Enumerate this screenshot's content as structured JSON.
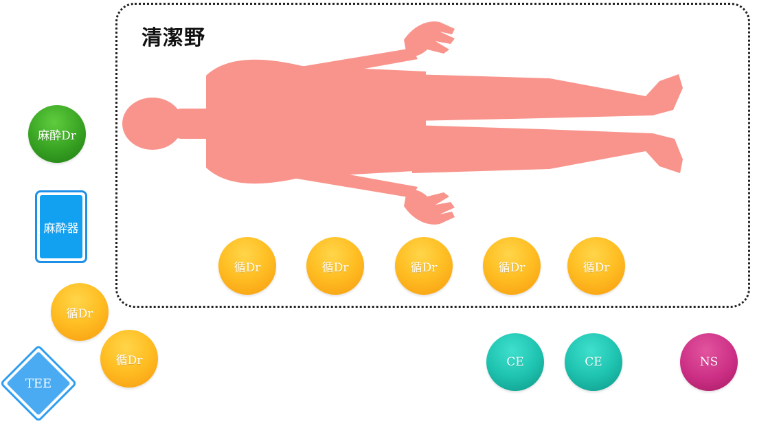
{
  "zone": {
    "label": "清潔野"
  },
  "staff": {
    "anesthesia_dr": "麻酔Dr",
    "anesthesia_machine": "麻酔器",
    "tee": "TEE",
    "circ_dr": [
      "循Dr",
      "循Dr",
      "循Dr",
      "循Dr",
      "循Dr",
      "循Dr",
      "循Dr"
    ],
    "ce": [
      "CE",
      "CE"
    ],
    "ns": "NS"
  },
  "colors": {
    "patient": "#f8948c",
    "circ_dr": "#ffbf24",
    "anesthesia_dr": "#3aa624",
    "ce": "#1fc4b1",
    "ns": "#cc2f85",
    "machine": "#12a0f0",
    "tee": "#4aaaf2"
  }
}
